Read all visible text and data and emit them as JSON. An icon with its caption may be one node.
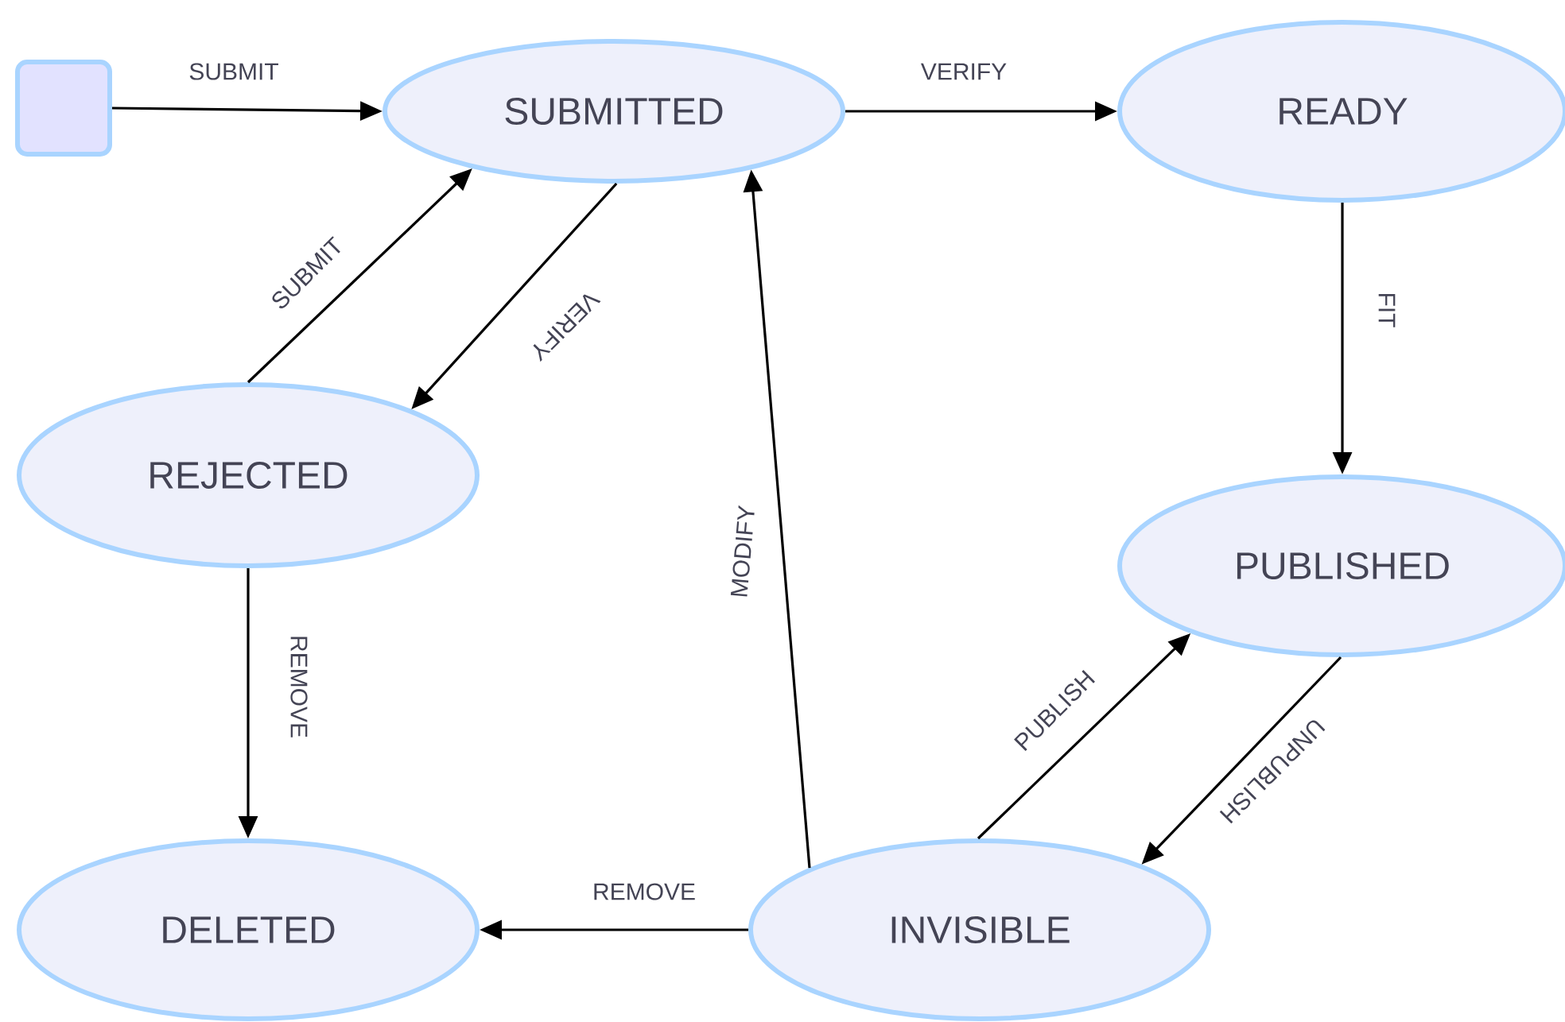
{
  "diagram": {
    "nodes": [
      {
        "text": [],
        "shape": "box"
      },
      {
        "text": [
          "SUBMITTED"
        ]
      },
      {
        "text": [
          "READY"
        ]
      },
      {
        "text": [
          "REJECTED"
        ]
      },
      {
        "text": [
          "PUBLISHED"
        ]
      },
      {
        "text": [
          "DELETED"
        ]
      },
      {
        "text": [
          "INVISIBLE"
        ]
      }
    ],
    "edges": [
      {
        "from": 0,
        "to": 1,
        "arrow": "to",
        "label": "SUBMIT"
      },
      {
        "from": 1,
        "to": 2,
        "arrow": "to",
        "label": "VERIFY"
      },
      {
        "from": 3,
        "to": 1,
        "arrow": "to",
        "label": "SUBMIT"
      },
      {
        "from": 1,
        "to": 3,
        "arrow": "to",
        "label": "VERIFY"
      },
      {
        "from": 2,
        "to": 4,
        "arrow": "to",
        "label": "FIT"
      },
      {
        "from": 3,
        "to": 5,
        "arrow": "to",
        "label": "REMOVE"
      },
      {
        "from": 6,
        "to": 1,
        "arrow": "to",
        "label": "MODIFY"
      },
      {
        "from": 6,
        "to": 4,
        "arrow": "to",
        "label": "PUBLISH"
      },
      {
        "from": 4,
        "to": 6,
        "arrow": "to",
        "label": "UNPUBLISH"
      },
      {
        "from": 6,
        "to": 5,
        "arrow": "to",
        "label": "REMOVE"
      }
    ]
  }
}
